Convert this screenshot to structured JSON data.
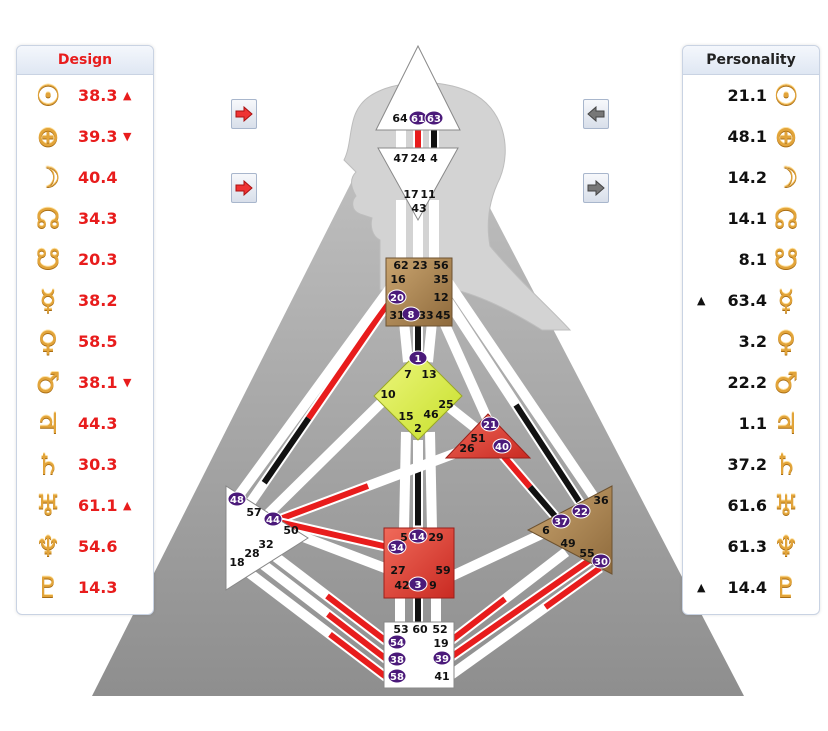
{
  "design": {
    "title": "Design",
    "rows": [
      {
        "planet": "sun-icon",
        "glyph": "☉",
        "value": "38.3",
        "arrow": "▲"
      },
      {
        "planet": "earth-icon",
        "glyph": "⊕",
        "value": "39.3",
        "arrow": "▼"
      },
      {
        "planet": "moon-icon",
        "glyph": "☽",
        "value": "40.4",
        "arrow": ""
      },
      {
        "planet": "north-node-icon",
        "glyph": "☊",
        "value": "34.3",
        "arrow": ""
      },
      {
        "planet": "south-node-icon",
        "glyph": "☋",
        "value": "20.3",
        "arrow": ""
      },
      {
        "planet": "mercury-icon",
        "glyph": "☿",
        "value": "38.2",
        "arrow": ""
      },
      {
        "planet": "venus-icon",
        "glyph": "♀",
        "value": "58.5",
        "arrow": ""
      },
      {
        "planet": "mars-icon",
        "glyph": "♂",
        "value": "38.1",
        "arrow": "▼"
      },
      {
        "planet": "jupiter-icon",
        "glyph": "♃",
        "value": "44.3",
        "arrow": ""
      },
      {
        "planet": "saturn-icon",
        "glyph": "♄",
        "value": "30.3",
        "arrow": ""
      },
      {
        "planet": "uranus-icon",
        "glyph": "♅",
        "value": "61.1",
        "arrow": "▲"
      },
      {
        "planet": "neptune-icon",
        "glyph": "♆",
        "value": "54.6",
        "arrow": ""
      },
      {
        "planet": "pluto-icon",
        "glyph": "♇",
        "value": "14.3",
        "arrow": ""
      }
    ]
  },
  "personality": {
    "title": "Personality",
    "rows": [
      {
        "planet": "sun-icon",
        "glyph": "☉",
        "value": "21.1",
        "arrow": ""
      },
      {
        "planet": "earth-icon",
        "glyph": "⊕",
        "value": "48.1",
        "arrow": ""
      },
      {
        "planet": "moon-icon",
        "glyph": "☽",
        "value": "14.2",
        "arrow": ""
      },
      {
        "planet": "north-node-icon",
        "glyph": "☊",
        "value": "14.1",
        "arrow": ""
      },
      {
        "planet": "south-node-icon",
        "glyph": "☋",
        "value": "8.1",
        "arrow": ""
      },
      {
        "planet": "mercury-icon",
        "glyph": "☿",
        "value": "63.4",
        "arrow": "▲"
      },
      {
        "planet": "venus-icon",
        "glyph": "♀",
        "value": "3.2",
        "arrow": ""
      },
      {
        "planet": "mars-icon",
        "glyph": "♂",
        "value": "22.2",
        "arrow": ""
      },
      {
        "planet": "jupiter-icon",
        "glyph": "♃",
        "value": "1.1",
        "arrow": ""
      },
      {
        "planet": "saturn-icon",
        "glyph": "♄",
        "value": "37.2",
        "arrow": ""
      },
      {
        "planet": "uranus-icon",
        "glyph": "♅",
        "value": "61.6",
        "arrow": ""
      },
      {
        "planet": "neptune-icon",
        "glyph": "♆",
        "value": "61.3",
        "arrow": ""
      },
      {
        "planet": "pluto-icon",
        "glyph": "♇",
        "value": "14.4",
        "arrow": "▲"
      }
    ]
  },
  "colors": {
    "design_red": "#e81c1c",
    "personality_black": "#111111",
    "glyph_gold": "#e2a43a",
    "gate_circle": "#4b1a7a",
    "head_white": "#ffffff",
    "ajna_yellow": "#d9ec42",
    "throat_brown": "#b08550",
    "sacral_red": "#e0483a",
    "spleen_white": "#ffffff",
    "root_white": "#ffffff"
  },
  "bodygraph": {
    "head_gates": [
      "64",
      "61",
      "63"
    ],
    "ajna_gates_top": [
      "47",
      "24",
      "4"
    ],
    "ajna_gates_bottom": [
      "17",
      "11",
      "43"
    ],
    "throat_gates": [
      "62",
      "23",
      "56",
      "16",
      "35",
      "20",
      "12",
      "31",
      "8",
      "33",
      "45"
    ],
    "g_gates": [
      "1",
      "7",
      "13",
      "10",
      "25",
      "15",
      "46",
      "2"
    ],
    "ego_gates": [
      "21",
      "51",
      "26",
      "40"
    ],
    "spleen_gates": [
      "48",
      "57",
      "44",
      "50",
      "32",
      "28",
      "18"
    ],
    "solar_plexus_gates": [
      "36",
      "22",
      "37",
      "6",
      "49",
      "55",
      "30"
    ],
    "sacral_gates": [
      "5",
      "14",
      "29",
      "34",
      "27",
      "59",
      "42",
      "3",
      "9"
    ],
    "root_gates": [
      "53",
      "60",
      "52",
      "54",
      "19",
      "38",
      "39",
      "58",
      "41"
    ],
    "active_gates": [
      "61",
      "63",
      "20",
      "8",
      "1",
      "21",
      "40",
      "48",
      "44",
      "22",
      "37",
      "30",
      "14",
      "34",
      "3",
      "54",
      "38",
      "39",
      "58"
    ]
  }
}
